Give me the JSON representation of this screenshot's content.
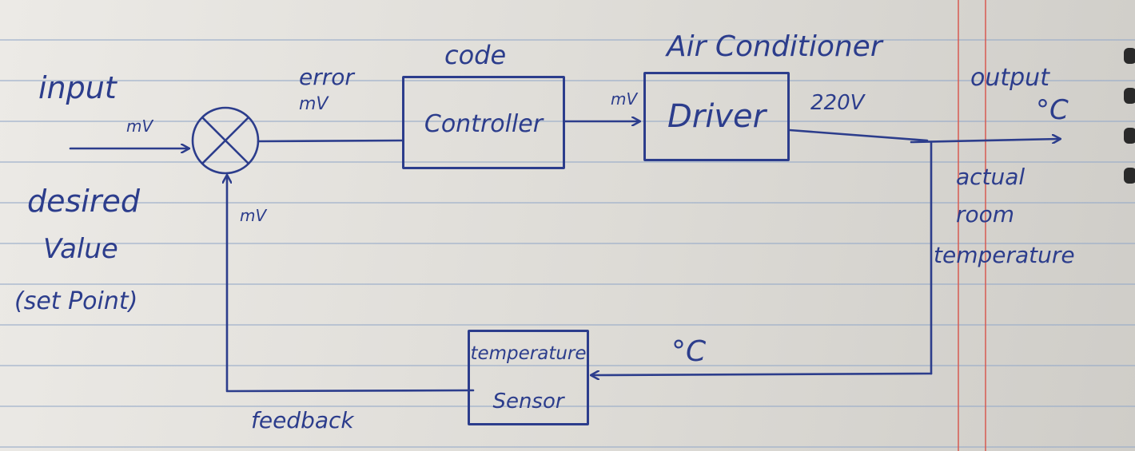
{
  "labels": {
    "input": "input",
    "input_unit": "mV",
    "desired_line1": "desired",
    "desired_line2": "Value",
    "desired_line3": "(set Point)",
    "error_line1": "error",
    "error_line2": "mV",
    "feedback_unit": "mV",
    "controller_top": "code",
    "controller_out_unit": "mV",
    "air_conditioner": "Air Conditioner",
    "driver_out": "220V",
    "output": "output",
    "output_unit": "°C",
    "actual_line1": "actual",
    "actual_line2": "room",
    "actual_line3": "temperature",
    "sensor_in_unit": "°C",
    "feedback": "feedback"
  },
  "blocks": {
    "controller": "Controller",
    "driver": "Driver",
    "sensor_line1": "temperature",
    "sensor_line2": "Sensor"
  },
  "colors": {
    "ink": "#2c3d8c",
    "paper": "#e6e4df",
    "rule": "#9aaac8",
    "margin": "#d75a50"
  }
}
